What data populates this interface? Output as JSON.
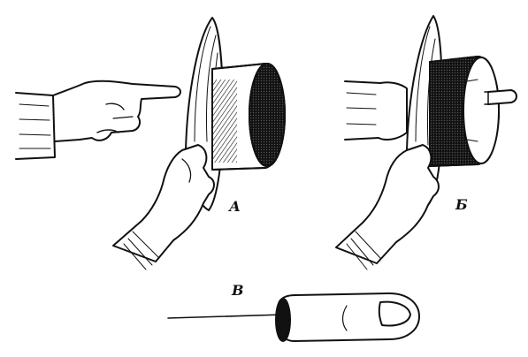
{
  "labels": {
    "panel_a": "А",
    "panel_b": "Б",
    "panel_c": "В"
  },
  "colors": {
    "ink": "#111111",
    "paper": "#ffffff"
  }
}
